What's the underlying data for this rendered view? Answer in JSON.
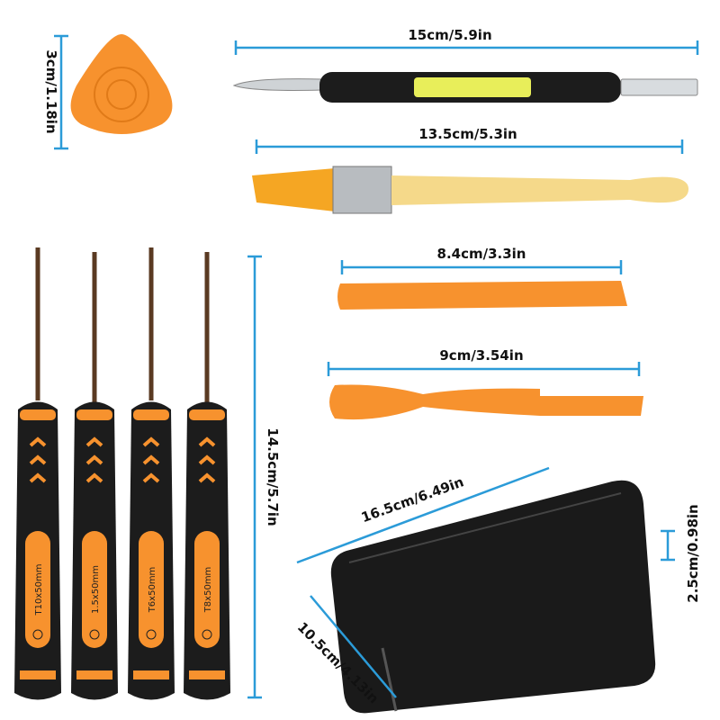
{
  "colors": {
    "dimension_line": "#2b9bd8",
    "orange": "#f7922e",
    "black": "#1c1c1c",
    "yellow": "#e8ee5a"
  },
  "dimensions": {
    "pick": "3cm/1.18in",
    "spudger": "15cm/5.9in",
    "brush": "13.5cm/5.3in",
    "pry_bar": "8.4cm/3.3in",
    "opening_tool": "9cm/3.54in",
    "screwdriver": "14.5cm/5.7in",
    "case_length": "16.5cm/6.49in",
    "case_width": "10.5cm/4.13in",
    "case_height": "2.5cm/0.98in"
  },
  "screwdrivers": [
    {
      "label": "T10x50mm",
      "icon": "torx-icon"
    },
    {
      "label": "1.5x50mm",
      "icon": "phillips-icon"
    },
    {
      "label": "T6x50mm",
      "icon": "torx-icon"
    },
    {
      "label": "T8x50mm",
      "icon": "torx-icon"
    }
  ]
}
